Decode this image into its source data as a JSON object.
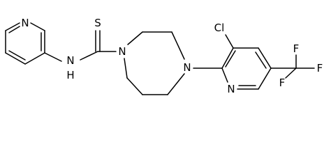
{
  "molecule": {
    "atoms": {
      "pyridyl_n": "N",
      "amide_n": "N",
      "amide_h": "H",
      "thione_s": "S",
      "diazepane_n1": "N",
      "diazepane_n4": "N",
      "chloro": "Cl",
      "chloropyridine_n": "N",
      "f_top": "F",
      "f_left": "F",
      "f_right": "F"
    },
    "bond_color": "#000000",
    "text_color": "#000000"
  }
}
